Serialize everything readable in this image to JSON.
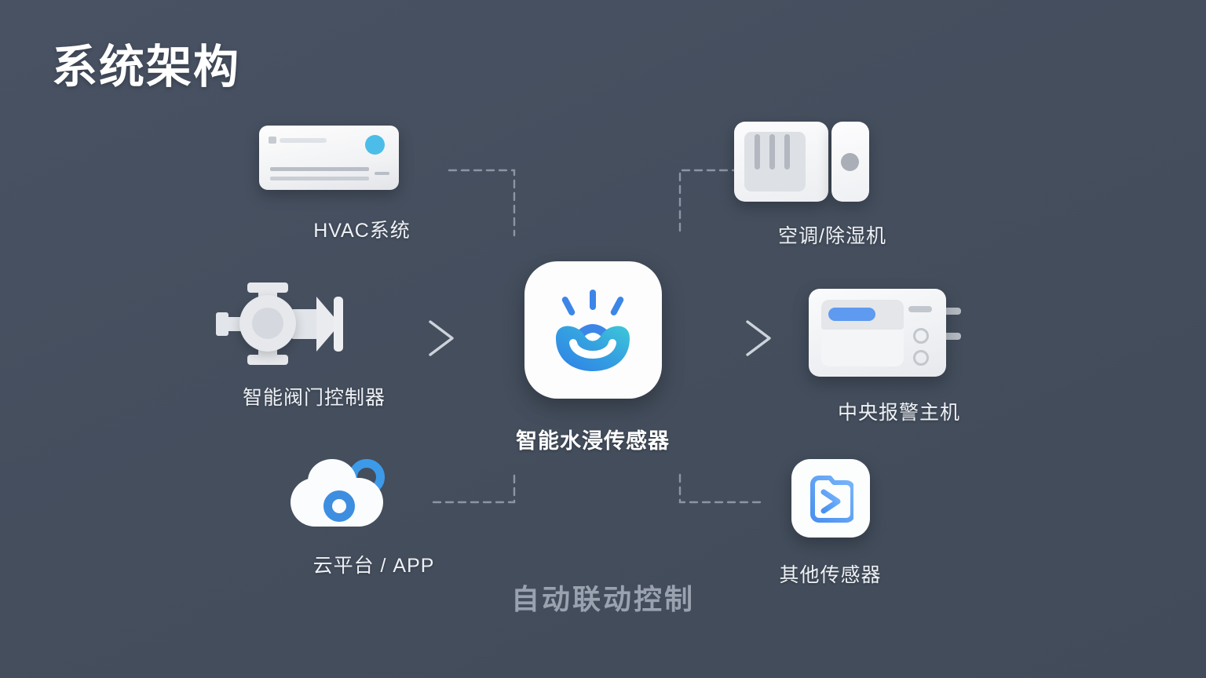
{
  "page": {
    "title": "系统架构",
    "background_color": "#454f5e",
    "footer_caption": "自动联动控制"
  },
  "hub": {
    "label": "智能水浸传感器",
    "icon": "water-splash-icon",
    "gradient_from": "#2e7fe8",
    "gradient_to": "#3ec8d8",
    "tile_color": "#fdfdfd"
  },
  "nodes": [
    {
      "id": "hvac",
      "label": "HVAC系统",
      "icon": "air-conditioner-icon",
      "position": "top-left",
      "accent_color": "#4bbde8",
      "connector": "dashed-elbow"
    },
    {
      "id": "valve",
      "label": "智能阀门控制器",
      "icon": "valve-icon",
      "position": "middle-left",
      "accent_color": "#e6e8ec",
      "connector": "arrow-right"
    },
    {
      "id": "cloud",
      "label": "云平台 / APP",
      "icon": "cloud-app-icon",
      "position": "bottom-left",
      "accent_color": "#3d8ee0",
      "connector": "dashed-elbow"
    },
    {
      "id": "dehumidifier",
      "label": "空调/除湿机",
      "icon": "dehumidifier-icon",
      "position": "top-right",
      "accent_color": "#a9aeb7",
      "connector": "dashed-elbow"
    },
    {
      "id": "alarm",
      "label": "中央报警主机",
      "icon": "alarm-control-panel-icon",
      "position": "middle-right",
      "accent_color": "#5e9af0",
      "connector": "arrow-right"
    },
    {
      "id": "other-sensors",
      "label": "其他传感器",
      "icon": "sensor-document-icon",
      "position": "bottom-right",
      "accent_color": "#58a0f5",
      "connector": "dashed-elbow"
    }
  ],
  "connectors": {
    "line_color": "#8d95a3",
    "style": "dashed",
    "arrow_color": "#c3c9d2"
  }
}
